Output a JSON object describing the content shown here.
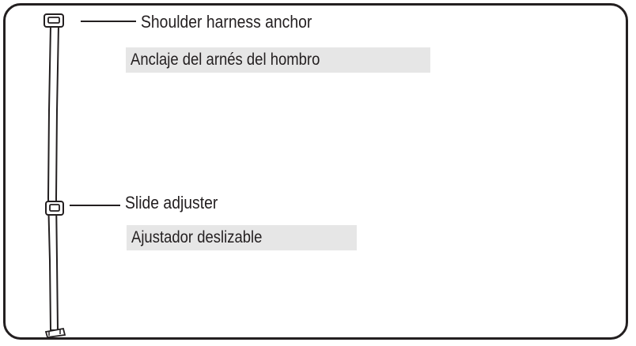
{
  "callouts": {
    "anchor": {
      "en": "Shoulder harness anchor",
      "es": "Anclaje del arnés del hombro"
    },
    "adjuster": {
      "en": "Slide adjuster",
      "es": "Ajustador deslizable"
    }
  },
  "colors": {
    "ink": "#231f20",
    "translation_bg": "#e6e6e6",
    "background": "#ffffff"
  }
}
